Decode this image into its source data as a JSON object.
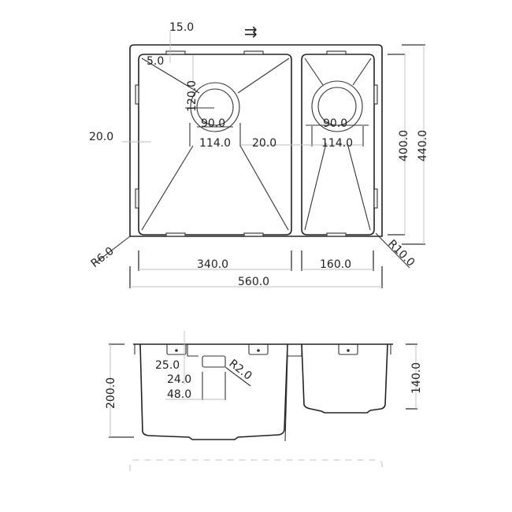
{
  "drawing": {
    "title": "Double bowl undermount sink technical drawing",
    "plan_view": {
      "flow_arrow": "⇉",
      "dimensions": {
        "clip_offset": "15.0",
        "corner_small": "5.0",
        "drain_offset_top": "120.0",
        "left_drain_inner": "90.0",
        "left_drain_outer": "114.0",
        "left_drain_side": "20.0",
        "center_drain_side": "20.0",
        "right_drain_inner": "90.0",
        "right_drain_outer": "114.0",
        "bowl_depth_inner": "400.0",
        "overall_depth": "440.0",
        "outer_radius": "R6.0",
        "inner_radius": "R10.0",
        "left_bowl_width": "340.0",
        "right_bowl_width": "160.0",
        "overall_width": "560.0"
      }
    },
    "section_view": {
      "dimensions": {
        "overflow_offset": "25.0",
        "overflow_height": "24.0",
        "overflow_width": "48.0",
        "overflow_radius": "R2.0",
        "left_bowl_depth": "200.0",
        "right_bowl_depth": "140.0"
      }
    }
  }
}
